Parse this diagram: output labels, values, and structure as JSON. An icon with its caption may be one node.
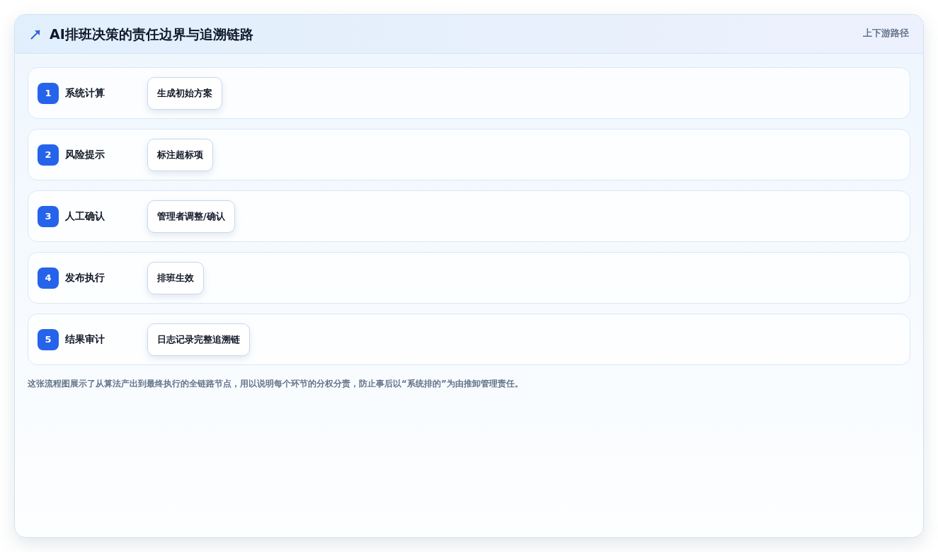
{
  "diagram": {
    "title": "AI排班决策的责任边界与追溯链路",
    "caption": "这张流程图展示了从算法产出到最终执行的全链路节点，用以说明每个环节的分权分责，防止事后以“系统排的”为由推卸管理责任。",
    "nodes": [
      {
        "text": [
          "系统计算"
        ]
      },
      {
        "text": [
          "1"
        ],
        "in": 0
      },
      {
        "text": [
          "生成初始方案"
        ],
        "in": 0
      },
      {
        "text": [
          "风险提示"
        ]
      },
      {
        "text": [
          "2"
        ],
        "in": 3
      },
      {
        "text": [
          "标注超标项"
        ],
        "in": 3
      },
      {
        "text": [
          "人工确认"
        ]
      },
      {
        "text": [
          "3"
        ],
        "in": 6
      },
      {
        "text": [
          "管理者调整/确认"
        ],
        "in": 6
      },
      {
        "text": [
          "发布执行"
        ]
      },
      {
        "text": [
          "4"
        ],
        "in": 9
      },
      {
        "text": [
          "排班生效"
        ],
        "in": 9
      },
      {
        "text": [
          "结果审计"
        ]
      },
      {
        "text": [
          "5"
        ],
        "in": 12
      },
      {
        "text": [
          "日志记录完整追溯链"
        ],
        "in": 12
      }
    ],
    "labels": [
      "上下游路径"
    ]
  }
}
